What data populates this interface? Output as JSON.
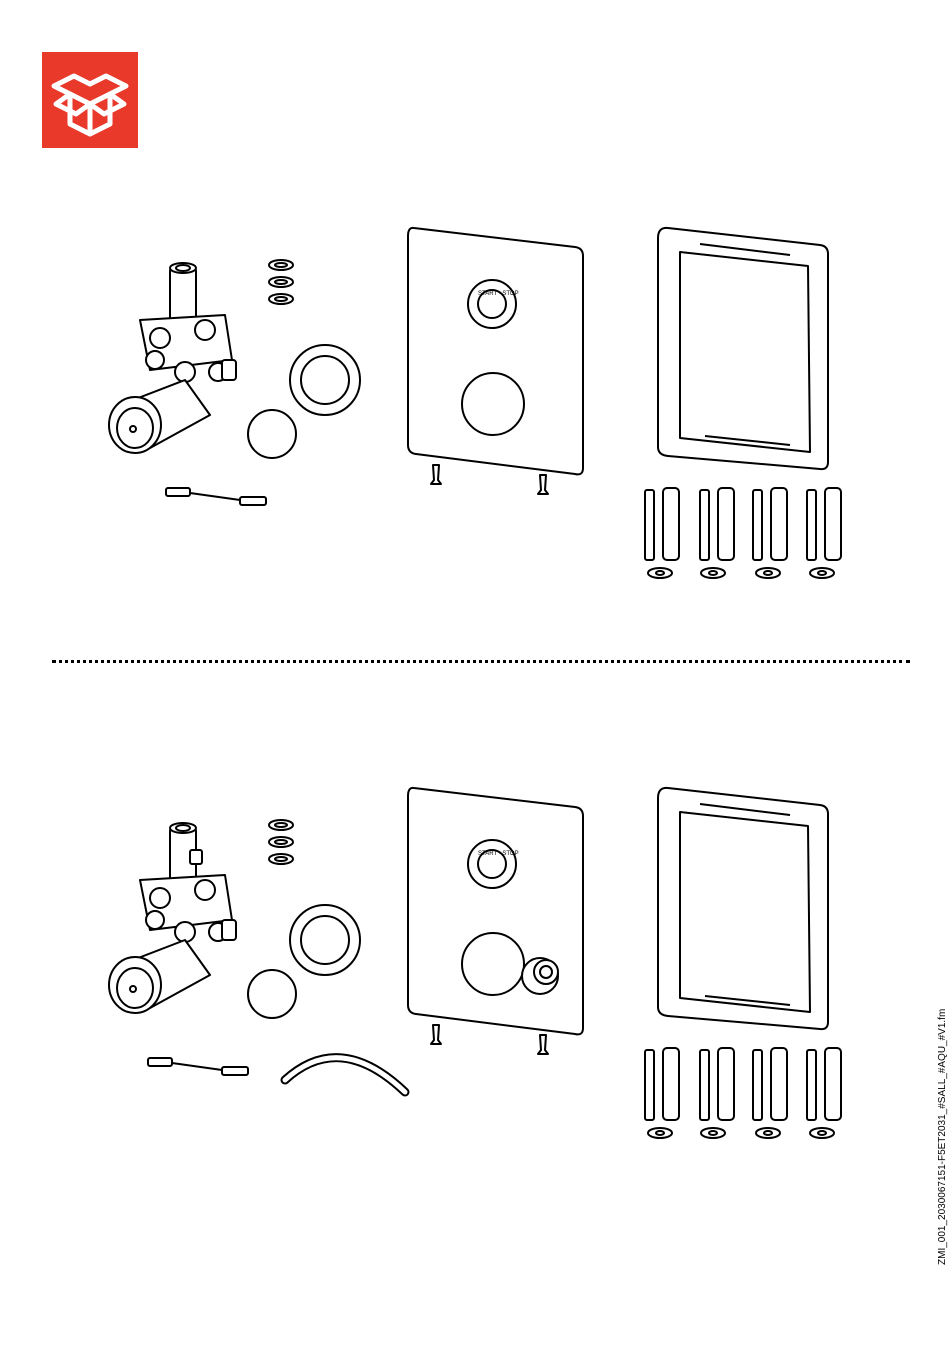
{
  "header": {
    "icon": "open-box-icon",
    "icon_bg_color": "#e8392b"
  },
  "panels": [
    {
      "id": "variant-1",
      "items": [
        "valve-body",
        "o-rings",
        "rosette",
        "plug-cap",
        "sensor-cable",
        "cover-plate",
        "screws",
        "mounting-frame",
        "extension-bolts",
        "washers"
      ],
      "button_label": "START · STOP"
    },
    {
      "id": "variant-2",
      "items": [
        "valve-body",
        "o-rings",
        "rosette",
        "plug-cap",
        "sensor-cable",
        "hose",
        "cover-plate",
        "knob",
        "screws",
        "mounting-frame",
        "extension-bolts",
        "washers"
      ],
      "button_label": "START · STOP"
    }
  ],
  "footer": {
    "doc_code": "ZMI_001_2030067151-F5ET2031_#SALL_#AQU_#V1.fm"
  }
}
